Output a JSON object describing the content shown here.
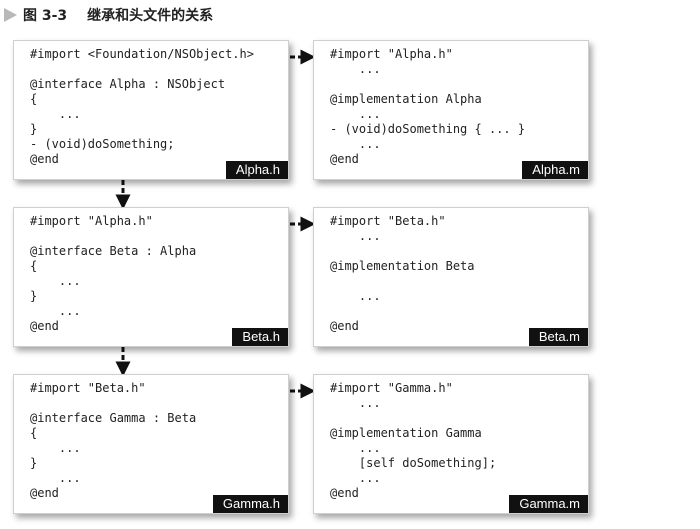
{
  "caption": {
    "figure": "图 3-3",
    "title": "继承和头文件的关系"
  },
  "files": [
    {
      "label": "Alpha.h",
      "lines": [
        "#import <Foundation/NSObject.h>",
        "",
        "@interface Alpha : NSObject",
        "{",
        "    ...",
        "}",
        "- (void)doSomething;",
        "@end"
      ]
    },
    {
      "label": "Alpha.m",
      "lines": [
        "#import \"Alpha.h\"",
        "    ...",
        "",
        "@implementation Alpha",
        "    ...",
        "- (void)doSomething { ... }",
        "    ...",
        "@end"
      ]
    },
    {
      "label": "Beta.h",
      "lines": [
        "#import \"Alpha.h\"",
        "",
        "@interface Beta : Alpha",
        "{",
        "    ...",
        "}",
        "    ...",
        "@end"
      ]
    },
    {
      "label": "Beta.m",
      "lines": [
        "#import \"Beta.h\"",
        "    ...",
        "",
        "@implementation Beta",
        "",
        "    ...",
        "",
        "@end"
      ]
    },
    {
      "label": "Gamma.h",
      "lines": [
        "#import \"Beta.h\"",
        "",
        "@interface Gamma : Beta",
        "{",
        "    ...",
        "}",
        "    ...",
        "@end"
      ]
    },
    {
      "label": "Gamma.m",
      "lines": [
        "#import \"Gamma.h\"",
        "    ...",
        "",
        "@implementation Gamma",
        "    ...",
        "    [self doSomething];",
        "    ...",
        "@end"
      ]
    }
  ]
}
